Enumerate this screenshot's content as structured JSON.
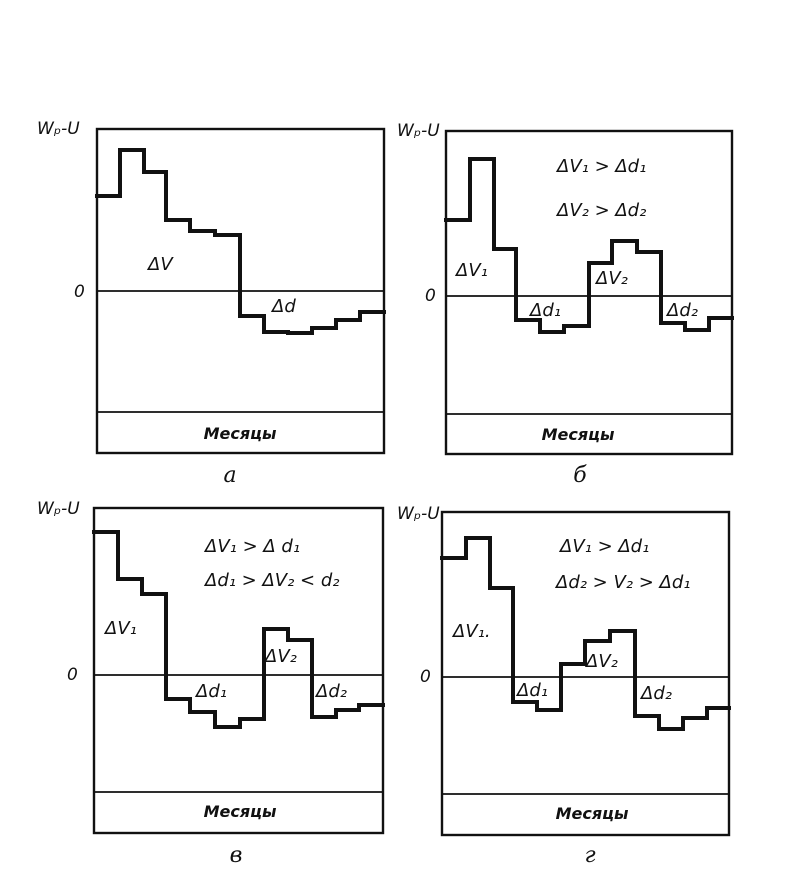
{
  "panels": [
    {
      "id": "a",
      "y_axis_label": "Wₚ-U",
      "zero_label": "0",
      "x_band_label": "Месяцы",
      "caption": "а",
      "region_labels": [
        "ΔV",
        "Δd"
      ],
      "notes": []
    },
    {
      "id": "b",
      "y_axis_label": "Wₚ-U",
      "zero_label": "0",
      "x_band_label": "Месяцы",
      "caption": "б",
      "region_labels": [
        "ΔV₁",
        "Δd₁",
        "ΔV₂",
        "Δd₂"
      ],
      "notes": [
        "ΔV₁ > Δd₁",
        "ΔV₂ > Δd₂"
      ]
    },
    {
      "id": "v",
      "y_axis_label": "Wₚ-U",
      "zero_label": "0",
      "x_band_label": "Месяцы",
      "caption": "в",
      "region_labels": [
        "ΔV₁",
        "Δd₁",
        "ΔV₂",
        "Δd₂"
      ],
      "notes": [
        "ΔV₁ > Δ d₁",
        "Δd₁ > ΔV₂ < d₂"
      ]
    },
    {
      "id": "g",
      "y_axis_label": "Wₚ-U",
      "zero_label": "0",
      "x_band_label": "Месяцы",
      "caption": "г",
      "region_labels": [
        "ΔV₁.",
        "Δd₁",
        "ΔV₂",
        "Δd₂"
      ],
      "notes": [
        "ΔV₁ > Δd₁",
        "Δd₂ > V₂ > Δd₁"
      ]
    }
  ]
}
